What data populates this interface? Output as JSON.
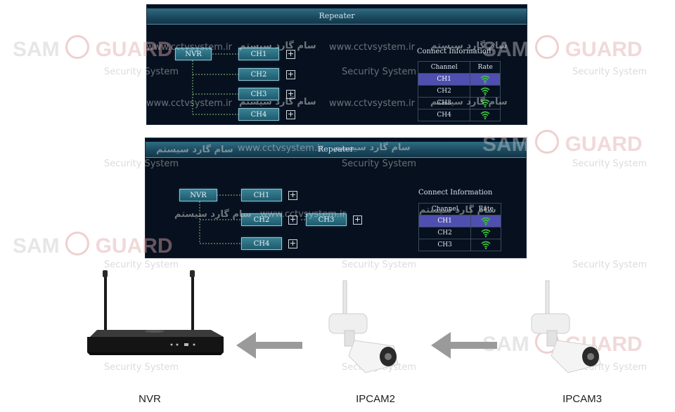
{
  "panel_top": {
    "title": "Repeater",
    "nodes": {
      "nvr": "NVR",
      "ch1": "CH1",
      "ch2": "CH2",
      "ch3": "CH3",
      "ch4": "CH4"
    },
    "connect_info_label": "Connect Information",
    "table": {
      "headers": [
        "Channel",
        "Rate"
      ],
      "rows": [
        {
          "channel": "CH1",
          "selected": true
        },
        {
          "channel": "CH2",
          "selected": false
        },
        {
          "channel": "CH3",
          "selected": false
        },
        {
          "channel": "CH4",
          "selected": false
        }
      ]
    }
  },
  "panel_bottom": {
    "title": "Repeater",
    "nodes": {
      "nvr": "NVR",
      "ch1": "CH1",
      "ch2": "CH2",
      "ch3": "CH3",
      "ch4": "CH4"
    },
    "connect_info_label": "Connect Information",
    "table": {
      "headers": [
        "Channel",
        "Rate"
      ],
      "rows": [
        {
          "channel": "CH1",
          "selected": true
        },
        {
          "channel": "CH2",
          "selected": false
        },
        {
          "channel": "CH3",
          "selected": false
        }
      ]
    }
  },
  "devices": {
    "nvr": "NVR",
    "ipcam2": "IPCAM2",
    "ipcam3": "IPCAM3"
  },
  "watermark": {
    "brand_left": "SAM",
    "brand_right": "GUARD",
    "tagline": "Security System",
    "url": "www.cctvsystem.ir",
    "persian": "سام گارد سیستم"
  },
  "colors": {
    "panel_bg": "#06101f",
    "node": "#2c7386",
    "selected_row": "#4f4fb0",
    "signal": "#3fbf3f"
  }
}
